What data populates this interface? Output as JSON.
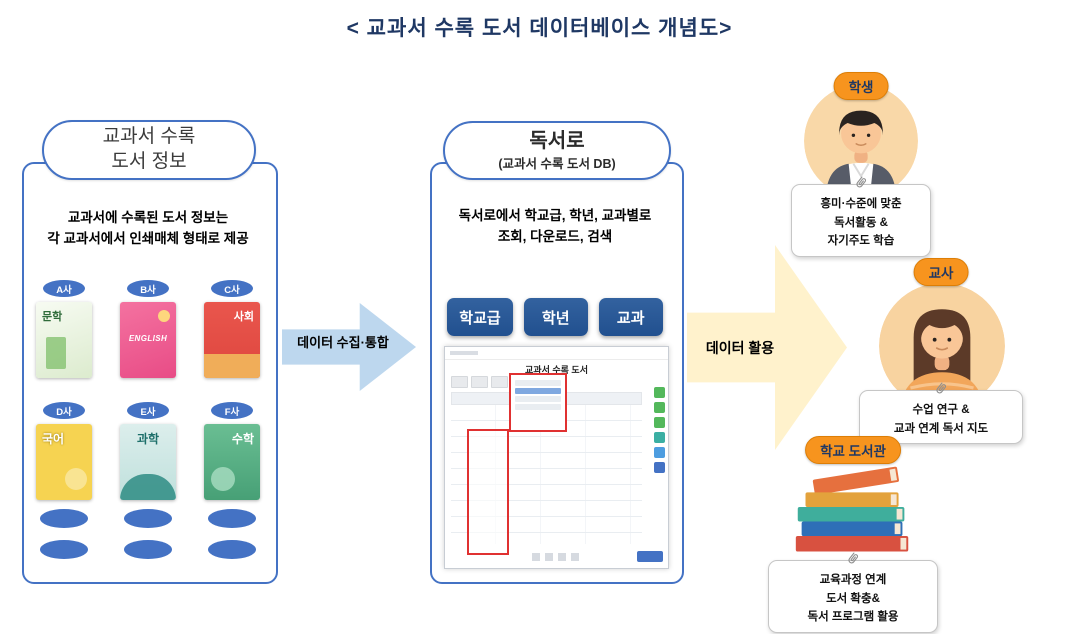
{
  "title": "< 교과서 수록 도서 데이터베이스 개념도>",
  "left_panel": {
    "header": "교과서 수록\n도서 정보",
    "description": "교과서에 수록된 도서 정보는\n각 교과서에서 인쇄매체 형태로 제공",
    "books": [
      {
        "publisher": "A사",
        "title": "문학"
      },
      {
        "publisher": "B사",
        "title": "ENGLISH"
      },
      {
        "publisher": "C사",
        "title": "사회"
      },
      {
        "publisher": "D사",
        "title": "국어"
      },
      {
        "publisher": "E사",
        "title": "과학"
      },
      {
        "publisher": "F사",
        "title": "수학"
      }
    ]
  },
  "collect_arrow_label": "데이터 수집·통합",
  "middle_panel": {
    "header_title": "독서로",
    "header_sub": "(교과서 수록 도서 DB)",
    "description": "독서로에서 학교급, 학년, 교과별로\n조회, 다운로드, 검색",
    "filter_buttons": [
      "학교급",
      "학년",
      "교과"
    ],
    "screenshot_title": "교과서 수록 도서"
  },
  "use_arrow_label": "데이터 활용",
  "users": [
    {
      "badge": "학생",
      "note": "흥미·수준에 맞춘\n독서활동 &\n자기주도 학습"
    },
    {
      "badge": "교사",
      "note": "수업 연구 &\n교과 연계 독서 지도"
    },
    {
      "badge": "학교 도서관",
      "note": "교육과정 연계\n도서 확충&\n독서 프로그램 활용"
    }
  ],
  "colors": {
    "accent_blue": "#4472C4",
    "deep_blue": "#21508F",
    "navy_text": "#1F3864",
    "arrow_blue": "#BDD7EE",
    "arrow_yellow": "#FFF2CC",
    "badge_orange": "#F7941E",
    "highlight_red": "#E03131"
  }
}
